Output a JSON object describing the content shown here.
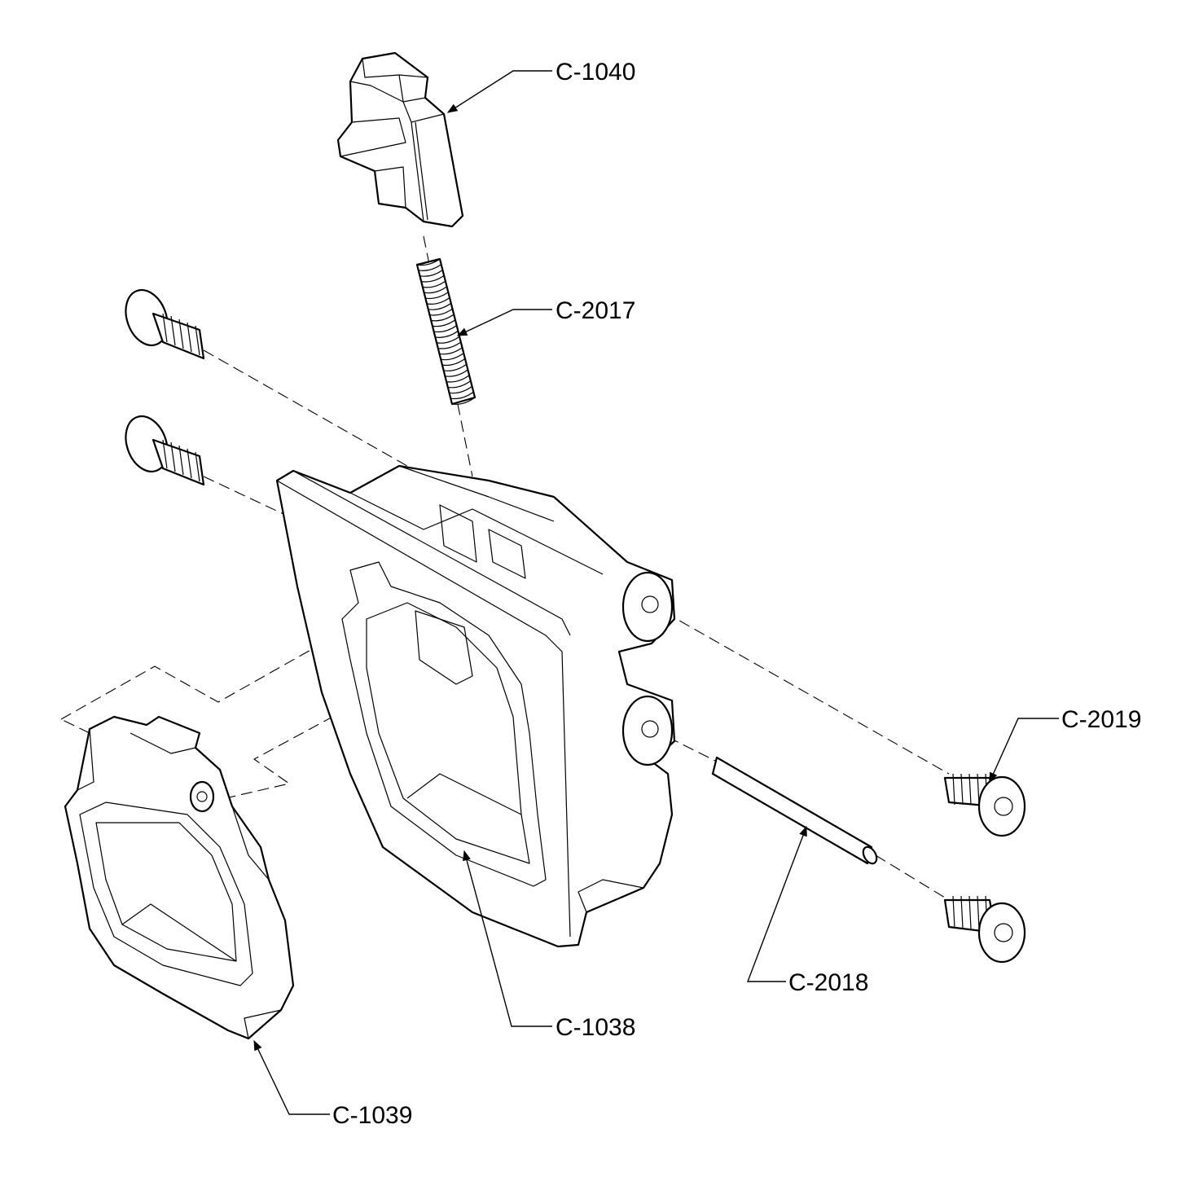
{
  "callouts": {
    "c1040": "C-1040",
    "c2017": "C-2017",
    "c2019": "C-2019",
    "c2018": "C-2018",
    "c1038": "C-1038",
    "c1039": "C-1039"
  }
}
